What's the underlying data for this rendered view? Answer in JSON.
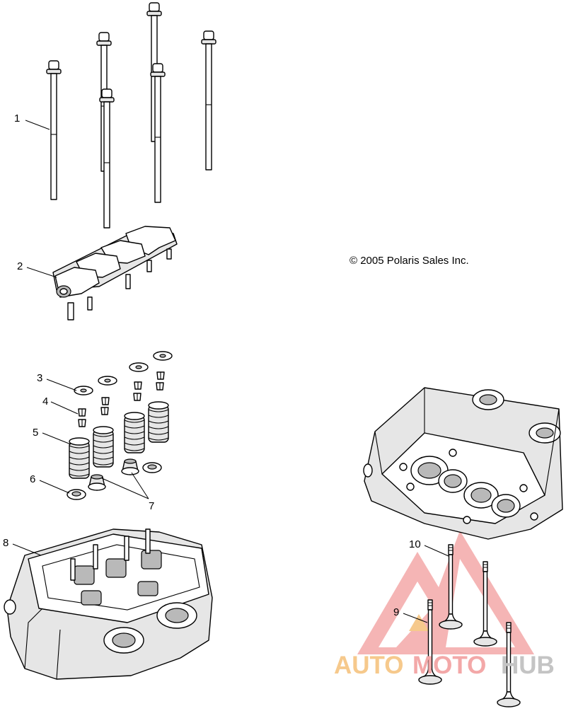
{
  "copyright": "© 2005 Polaris Sales Inc.",
  "callouts": {
    "c1": "1",
    "c2": "2",
    "c3": "3",
    "c4": "4",
    "c5": "5",
    "c6": "6",
    "c7": "7",
    "c8": "8",
    "c9": "9",
    "c10": "10"
  },
  "watermark": {
    "part1": "AUTO",
    "part2": "MOTO",
    "part3": "HUB",
    "color_primary": "#f3a8a8",
    "color_secondary": "#f6c98c",
    "color_dark": "#c4c4c4"
  }
}
